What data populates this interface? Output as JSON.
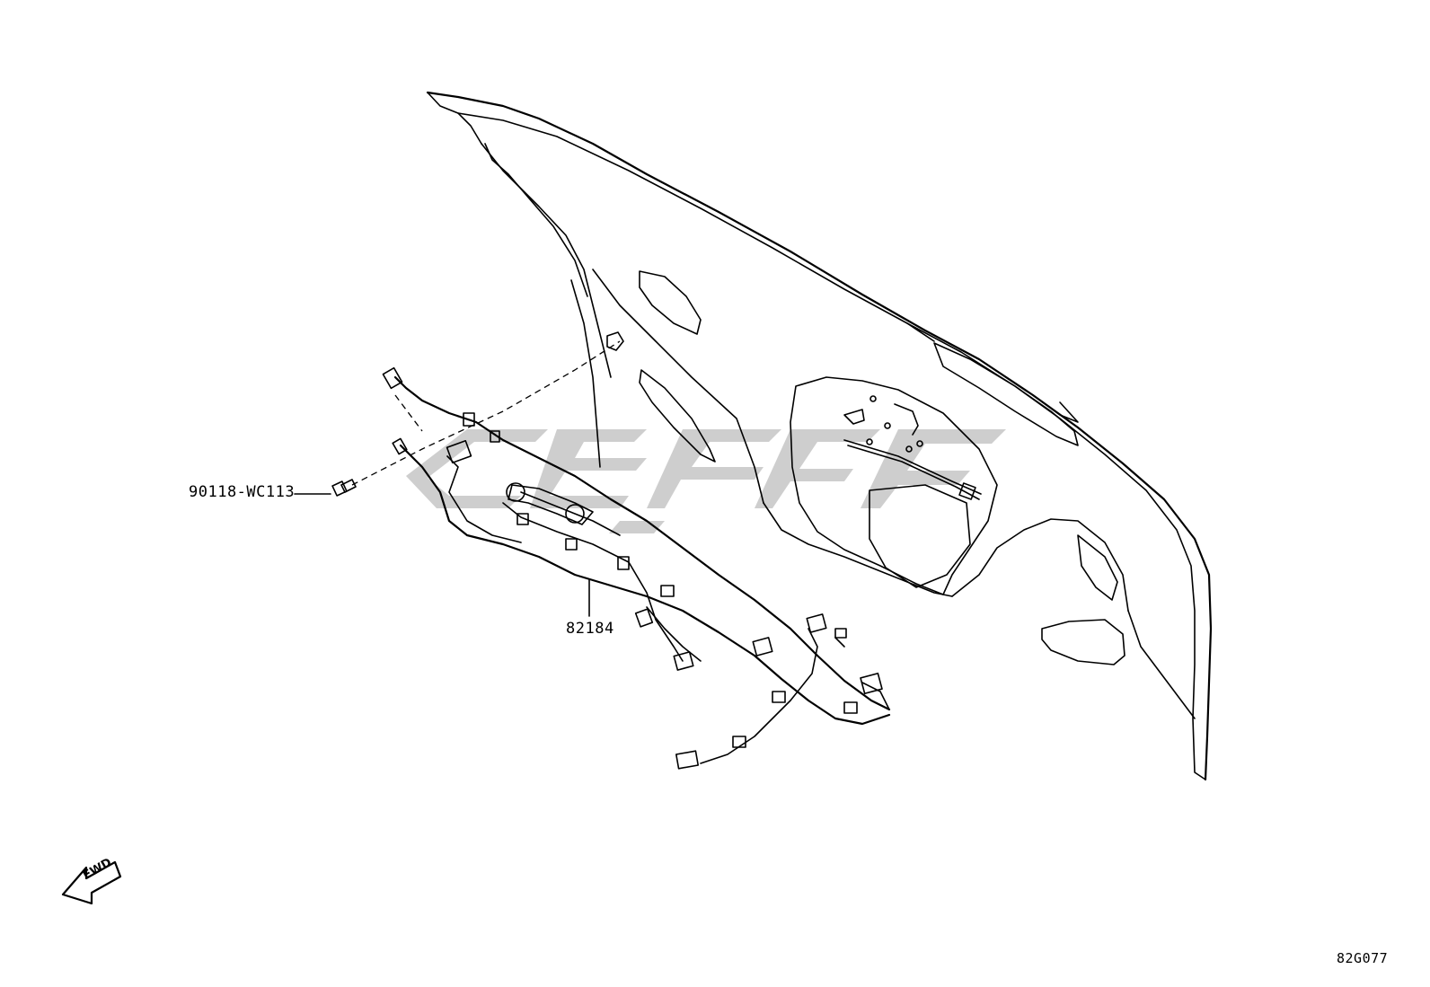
{
  "parts": [
    {
      "number": "90118-WC113"
    },
    {
      "number": "82184"
    }
  ],
  "figure_id": "82G077",
  "fwd_label": "FWD",
  "colors": {
    "line": "#000000",
    "watermark": "#bdbdbd",
    "background": "#ffffff"
  }
}
